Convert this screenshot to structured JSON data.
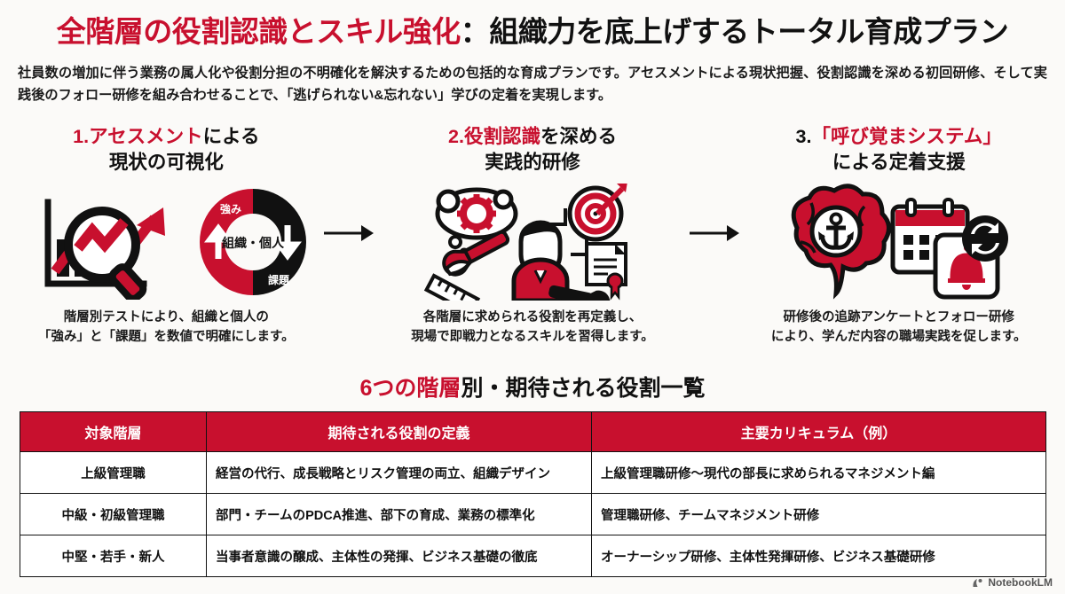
{
  "header": {
    "title_red": "全階層の役割認識とスキル強化",
    "title_black": "：組織力を底上げするトータル育成プラン",
    "subtitle": "社員数の増加に伴う業務の属人化や役割分担の不明確化を解決するための包括的な育成プランです。アセスメントによる現状把握、役割認識を深める初回研修、そして実践後のフォロー研修を組み合わせることで、「逃げられない&忘れない」学びの定着を実現します。"
  },
  "colors": {
    "accent_red": "#c8102e",
    "ink_black": "#111111",
    "page_bg": "#fbfaf8"
  },
  "steps": [
    {
      "number": "1.",
      "head_red": "アセスメント",
      "head_black": "による",
      "head_line2": "現状の可視化",
      "caption": "階層別テストにより、組織と個人の\n「強み」と「課題」を数値で明確にします。",
      "art": {
        "donut_top_label": "強み",
        "donut_bottom_label": "課題",
        "donut_center_label": "組織・個人"
      }
    },
    {
      "number": "2.",
      "head_red": "役割認識",
      "head_black": "を深める",
      "head_line2": "実践的研修",
      "caption": "各階層に求められる役割を再定義し、\n現場で即戦力となるスキルを習得します。",
      "art": {}
    },
    {
      "number": "3.",
      "head_red": "「呼び覚まシステム」",
      "head_black": "",
      "head_line2": "による定着支援",
      "caption": "研修後の追跡アンケートとフォロー研修\nにより、学んだ内容の職場実践を促します。",
      "art": {}
    }
  ],
  "table_section": {
    "title_red": "6つの階層",
    "title_black": "別・期待される役割一覧",
    "headers": [
      "対象階層",
      "期待される役割の定義",
      "主要カリキュラム（例）"
    ],
    "rows": [
      {
        "tier": "上級管理職",
        "role": "経営の代行、成長戦略とリスク管理の両立、組織デザイン",
        "curriculum": "上級管理職研修〜現代の部長に求められるマネジメント編"
      },
      {
        "tier": "中級・初級管理職",
        "role": "部門・チームのPDCA推進、部下の育成、業務の標準化",
        "curriculum": "管理職研修、チームマネジメント研修"
      },
      {
        "tier": "中堅・若手・新人",
        "role": "当事者意識の醸成、主体性の発揮、ビジネス基礎の徹底",
        "curriculum": "オーナーシップ研修、主体性発揮研修、ビジネス基礎研修"
      }
    ]
  },
  "watermark": {
    "label": "NotebookLM"
  }
}
